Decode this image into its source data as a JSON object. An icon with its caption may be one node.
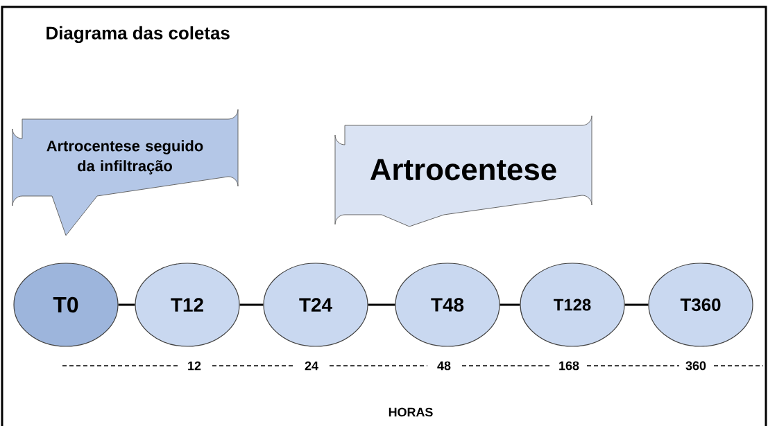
{
  "diagram": {
    "title": "Diagrama das coletas",
    "nodes": [
      {
        "text": [
          "Artrocentese seguido da infiltração"
        ]
      },
      {
        "text": [
          "Artrocentese"
        ]
      },
      {
        "text": [
          "T0"
        ]
      },
      {
        "text": [
          "T12"
        ]
      },
      {
        "text": [
          "T24"
        ]
      },
      {
        "text": [
          "T48"
        ]
      },
      {
        "text": [
          "T128"
        ]
      },
      {
        "text": [
          "T360"
        ]
      }
    ],
    "edges": [
      {
        "from": 2,
        "to": 3,
        "arrow": "none"
      },
      {
        "from": 3,
        "to": 4,
        "arrow": "none"
      },
      {
        "from": 4,
        "to": 5,
        "arrow": "none"
      },
      {
        "from": 5,
        "to": 6,
        "arrow": "none"
      },
      {
        "from": 6,
        "to": 7,
        "arrow": "none"
      }
    ],
    "labels": [
      "12",
      "24",
      "48",
      "168",
      "360",
      "HORAS"
    ]
  }
}
